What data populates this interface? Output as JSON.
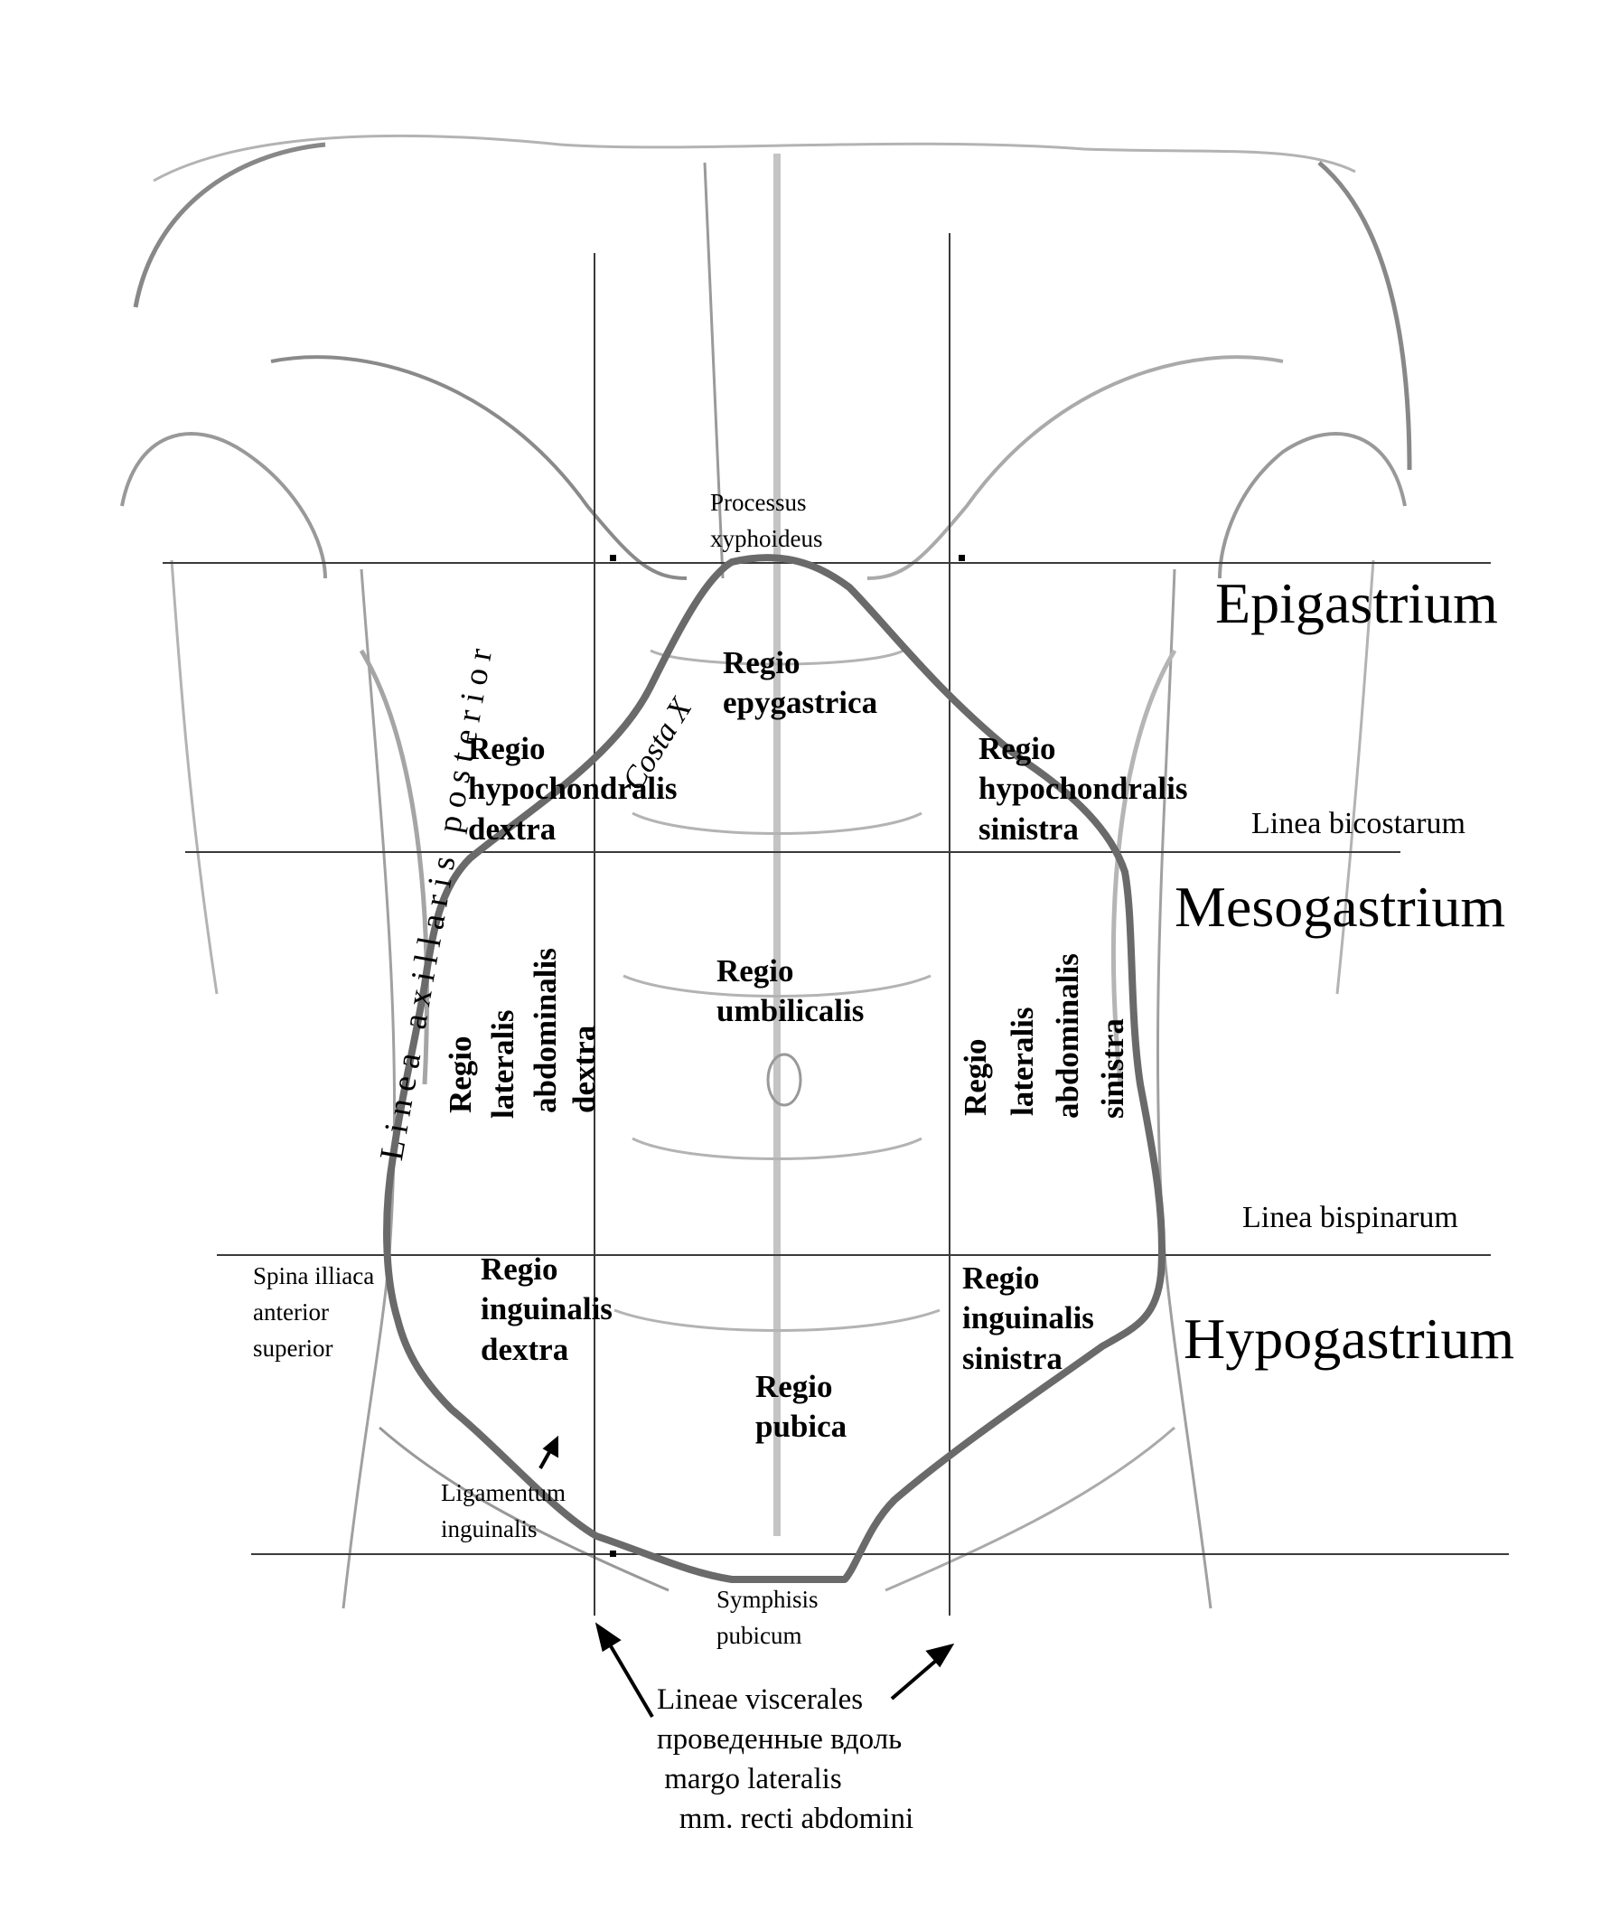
{
  "zones": {
    "epigastrium": "Epigastrium",
    "mesogastrium": "Mesogastrium",
    "hypogastrium": "Hypogastrium"
  },
  "lines": {
    "bicostarum": "Linea bicostarum",
    "bispinarum": "Linea bispinarum",
    "axillaris_posterior": "L i n e a   a x i l l a r i s   p o s t e r i o r",
    "costa_x": "Costa X"
  },
  "landmarks": {
    "processus": "Processus\nxyphoideus",
    "spina": "Spina illiaca\nanterior\nsuperior",
    "ligamentum": "Ligamentum\ninguinalis",
    "symphisis": "Symphisis\npubicum"
  },
  "regions": {
    "epygastrica": "Regio\nepygastrica",
    "hypochondralis_dextra": "Regio\nhypochondralis\ndextra",
    "hypochondralis_sinistra": "Regio\nhypochondralis\nsinistra",
    "umbilicalis": "Regio\numbilicalis",
    "lateralis_dextra": [
      "Regio",
      "lateralis",
      "abdominalis",
      "dextra"
    ],
    "lateralis_sinistra": [
      "Regio",
      "lateralis",
      "abdominalis",
      "sinistra"
    ],
    "inguinalis_dextra": "Regio\ninguinalis\ndextra",
    "inguinalis_sinistra": "Regio\ninguinalis\nsinistra",
    "pubica": "Regio\npubica"
  },
  "visceral_note": "Lineae viscerales\nпроведенные вдоль\n margo lateralis\n   mm. recti abdomini",
  "colors": {
    "outline": "#6a6a6a",
    "sketch": "#9a9a9a",
    "line": "#3a3a3a"
  }
}
